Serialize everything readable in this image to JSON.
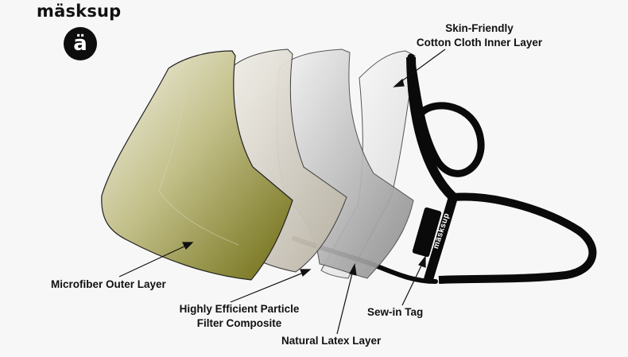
{
  "brand": {
    "name": "mäsksup",
    "badge_letter": "ä"
  },
  "callouts": {
    "skin_friendly_line1": "Skin-Friendly",
    "skin_friendly_line2": "Cotton Cloth Inner Layer",
    "microfiber": "Microfiber Outer Layer",
    "filter_line1": "Highly Efficient Particle",
    "filter_line2": "Filter Composite",
    "sew_in_tag": "Sew-in Tag",
    "latex": "Natural Latex Layer"
  },
  "tag_text": "mäsksup",
  "colors": {
    "background": "#f7f7f7",
    "outer_layer_top": "#f2f1e4",
    "outer_layer_bottom": "#77761c",
    "filter_layer_top": "#ebe9e2",
    "filter_layer_bottom": "#bab3a6",
    "latex_layer_top": "#f2f2f2",
    "latex_layer_bottom": "#8e8e8e",
    "strap": "#0a0a0a"
  }
}
